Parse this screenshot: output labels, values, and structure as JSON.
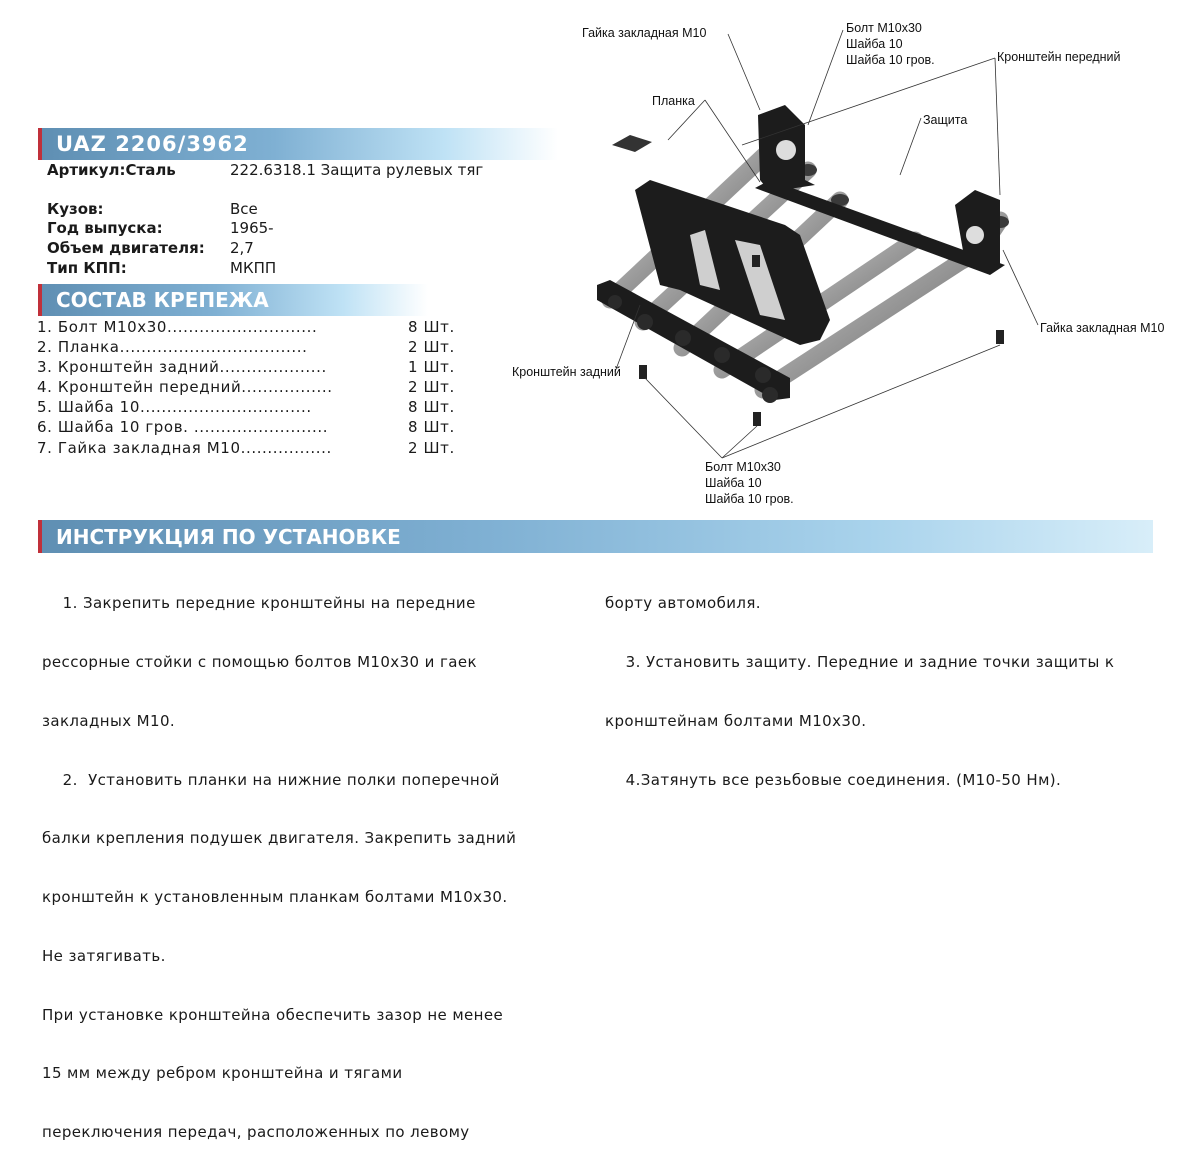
{
  "header": {
    "model": "UAZ 2206/3962"
  },
  "article": {
    "label": "Артикул:Сталь",
    "value": "222.6318.1 Защита рулевых тяг"
  },
  "specs": [
    {
      "label": "Кузов:",
      "value": "Все"
    },
    {
      "label": "Год выпуска:",
      "value": "1965-"
    },
    {
      "label": "Объем двигателя:",
      "value": "2,7"
    },
    {
      "label": "Тип КПП:",
      "value": "МКПП"
    }
  ],
  "fasteners": {
    "title": "СОСТАВ КРЕПЕЖА",
    "items": [
      {
        "name": "1. Болт М10х30............................",
        "qty": "8 Шт."
      },
      {
        "name": "2. Планка...................................",
        "qty": "2 Шт."
      },
      {
        "name": "3. Кронштейн задний....................",
        "qty": "1 Шт."
      },
      {
        "name": "4. Кронштейн передний.................",
        "qty": "2 Шт."
      },
      {
        "name": "5. Шайба 10................................",
        "qty": "8 Шт."
      },
      {
        "name": "6. Шайба 10 гров. .........................",
        "qty": "8 Шт."
      },
      {
        "name": "7. Гайка закладная М10.................",
        "qty": "2 Шт."
      }
    ]
  },
  "diagram": {
    "labels": {
      "nut_top": "Гайка закладная М10",
      "bolt_top": [
        "Болт М10х30",
        "Шайба 10",
        "Шайба 10 гров."
      ],
      "front_bracket": "Кронштейн передний",
      "plate": "Планка",
      "guard": "Защита",
      "nut_right": "Гайка закладная М10",
      "rear_bracket": "Кронштейн задний",
      "bolt_bottom": [
        "Болт М10х30",
        "Шайба 10",
        "Шайба 10 гров."
      ]
    }
  },
  "instructions": {
    "title": "ИНСТРУКЦИЯ ПО УСТАНОВКЕ",
    "left_lines": [
      "    1. Закрепить передние кронштейны на передние",
      "рессорные стойки с помощью болтов М10х30 и гаек",
      "закладных М10.",
      "    2.  Установить планки на нижние полки поперечной",
      "балки крепления подушек двигателя. Закрепить задний",
      "кронштейн к установленным планкам болтами М10х30.",
      "Не затягивать.",
      "При установке кронштейна обеспечить зазор не менее",
      "15 мм между ребром кронштейна и тягами",
      "переключения передач, расположенных по левому"
    ],
    "right_lines": [
      "борту автомобиля.",
      "    3. Установить защиту. Передние и задние точки защиты к",
      "кронштейнам болтами М10х30.",
      "    4.Затянуть все резьбовые соединения. (М10-50 Нм)."
    ]
  },
  "colors": {
    "band_start": "#5f8fb3",
    "band_accent": "#c0303a",
    "metal_dark": "#1c1c1c",
    "tube": "#9a9a9a"
  }
}
